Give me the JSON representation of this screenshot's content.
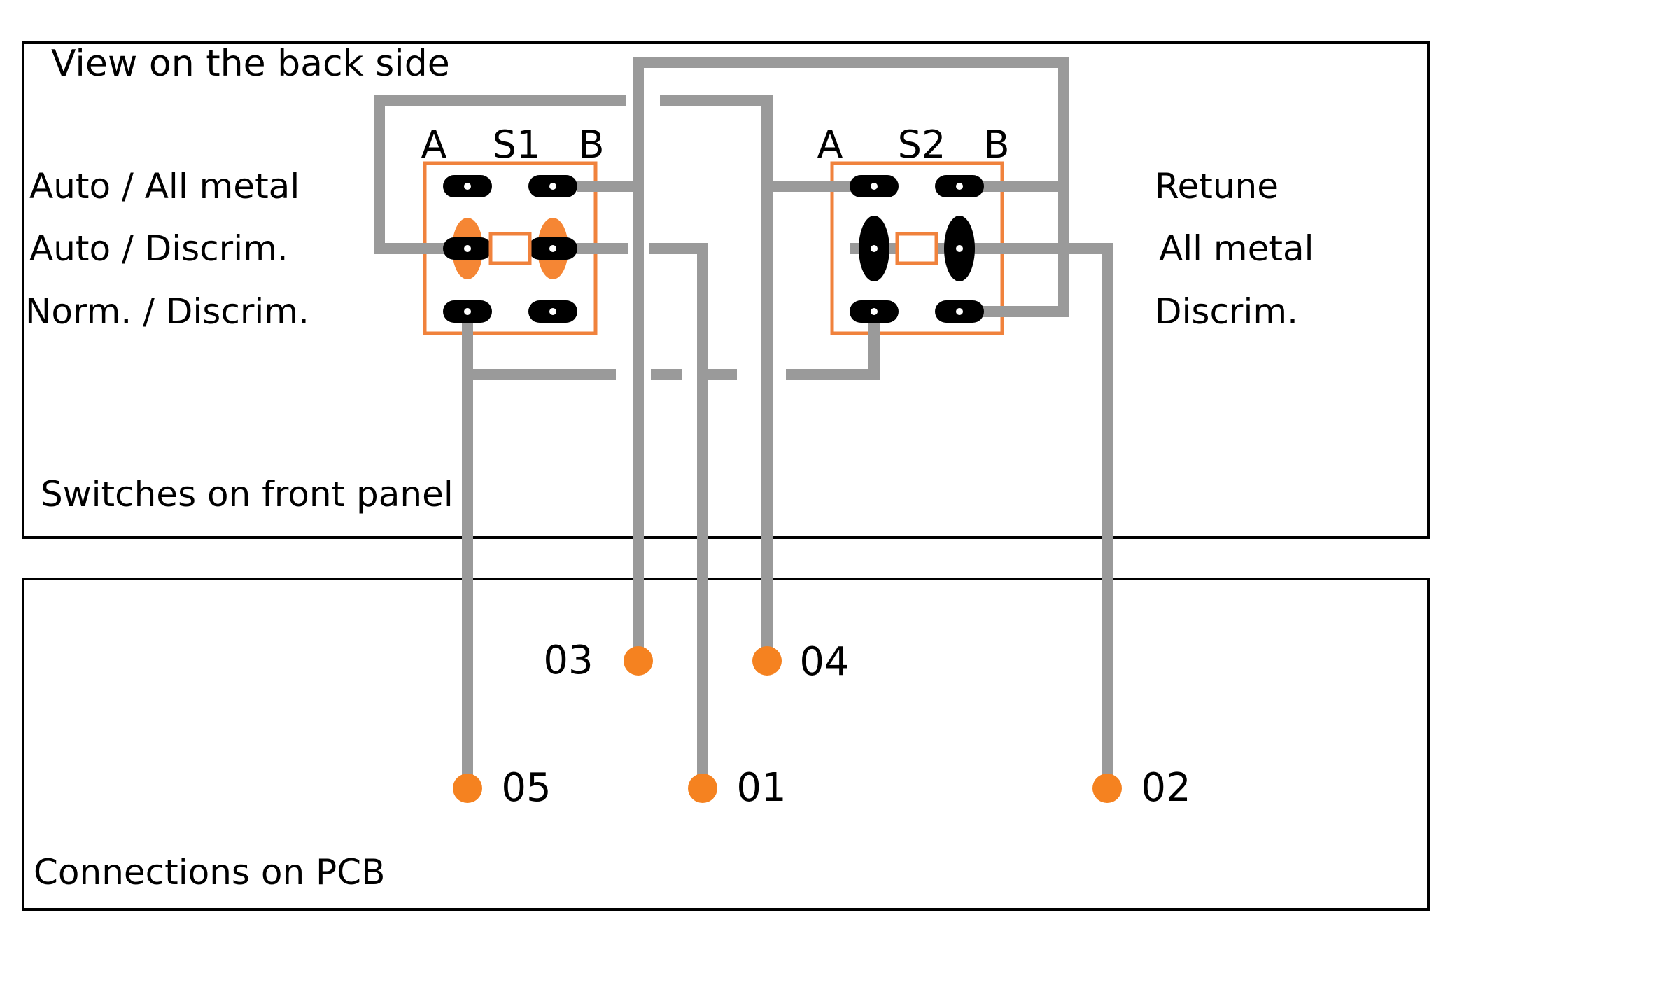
{
  "diagram": {
    "back_panel": {
      "title": "View on the back side",
      "footer": "Switches on front panel",
      "left_options": [
        "Auto / All metal",
        "Auto / Discrim.",
        "Norm. / Discrim."
      ],
      "right_options": [
        "Retune",
        "All metal",
        "Discrim."
      ],
      "switch_s1": {
        "name": "S1",
        "left_col": "A",
        "right_col": "B"
      },
      "switch_s2": {
        "name": "S2",
        "left_col": "A",
        "right_col": "B"
      }
    },
    "pcb_panel": {
      "title": "Connections on PCB",
      "pads": [
        {
          "label": "03"
        },
        {
          "label": "04"
        },
        {
          "label": "05"
        },
        {
          "label": "01"
        },
        {
          "label": "02"
        }
      ]
    },
    "colors": {
      "pad_orange": "#F58220",
      "switch_outline_orange": "#F0823C",
      "rocker_orange": "#F58634",
      "wire_gray": "#9A9A9A",
      "pin_black": "#000000"
    }
  }
}
